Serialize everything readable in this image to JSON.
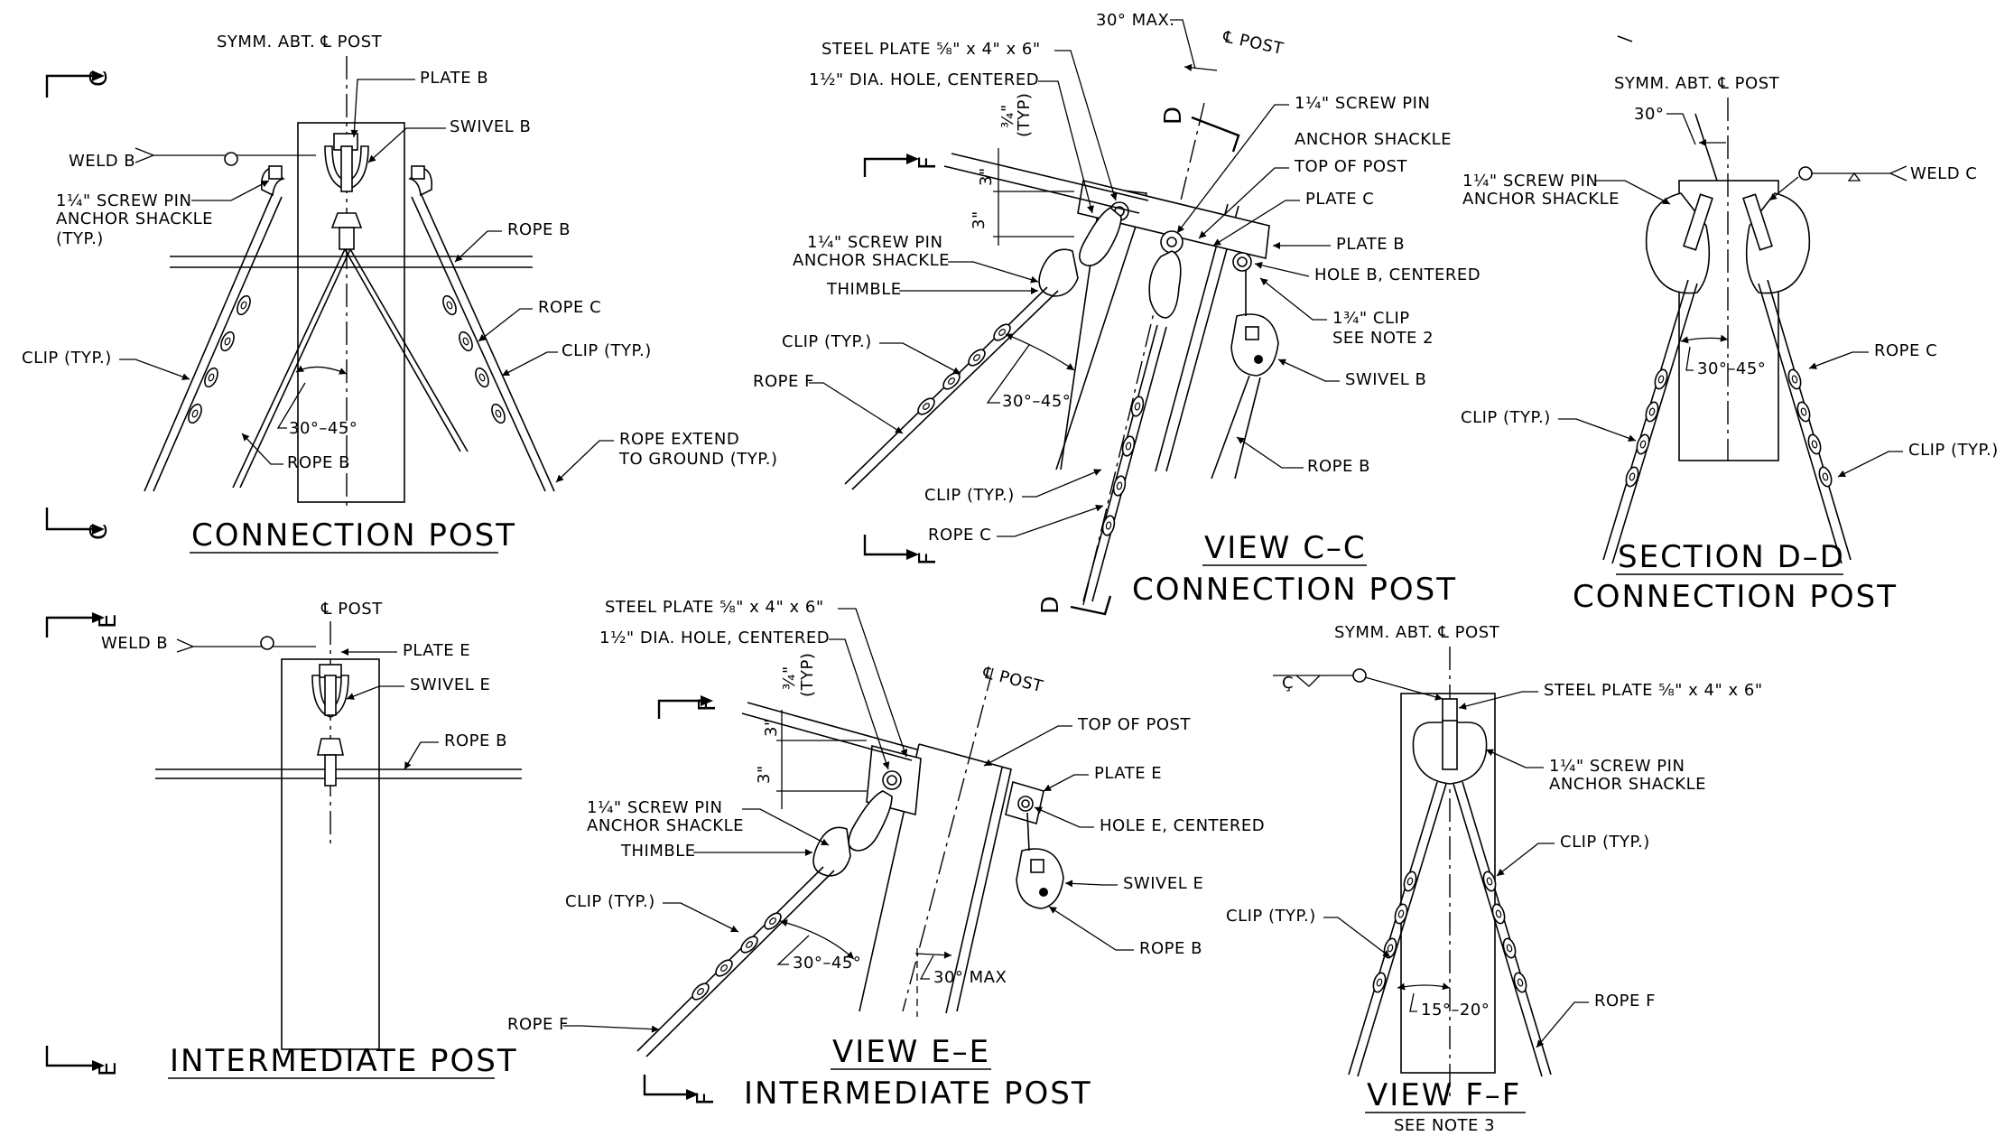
{
  "drawing": {
    "panels": {
      "connection_post": {
        "title": "CONNECTION POST",
        "section_mark": "C",
        "labels": {
          "symm": "SYMM. ABT. ℄ POST",
          "plate": "PLATE  B",
          "swivel": "SWIVEL  B",
          "weld": "WELD B",
          "shackle_1": "1¼\" SCREW PIN",
          "shackle_2": "ANCHOR SHACKLE",
          "shackle_3": "(TYP.)",
          "rope_b_top": "ROPE  B",
          "rope_c": "ROPE  C",
          "clip_left": "CLIP (TYP.)",
          "clip_right": "CLIP (TYP.)",
          "angle": "30°–45°",
          "rope_b_bottom": "ROPE  B",
          "extend_1": "ROPE EXTEND",
          "extend_2": "TO GROUND (TYP.)"
        }
      },
      "view_c_c": {
        "title_1": "VIEW C–C",
        "title_2": "CONNECTION POST",
        "section_mark_f": "F",
        "section_mark_d": "D",
        "labels": {
          "max": "30° MAX.",
          "cl_post": "℄ POST",
          "steel_plate": "STEEL PLATE ⅝\" x 4\" x 6\"",
          "hole": "1½\" DIA. HOLE, CENTERED",
          "dim_34": "¾\"",
          "dim_typ": "(TYP)",
          "dim_3a": "3\"",
          "dim_3b": "3\"",
          "shackle_r1": "1¼\" SCREW PIN",
          "shackle_r2": "ANCHOR SHACKLE",
          "top_of_post": "TOP OF POST",
          "plate_c": "PLATE  C",
          "plate_b": "PLATE  B",
          "hole_b": "HOLE B, CENTERED",
          "clip_134": "1¾\" CLIP",
          "see_note": "SEE NOTE 2",
          "shackle_l1": "1¼\" SCREW PIN",
          "shackle_l2": "ANCHOR SHACKLE",
          "thimble": "THIMBLE",
          "clip_typ": "CLIP (TYP.)",
          "rope_f": "ROPE F",
          "angle": "30°–45°",
          "swivel_b": "SWIVEL  B",
          "rope_b": "ROPE  B",
          "clip_typ2": "CLIP (TYP.)",
          "rope_c": "ROPE  C"
        }
      },
      "section_d_d": {
        "title_1": "SECTION  D–D",
        "title_2": "CONNECTION POST",
        "labels": {
          "symm": "SYMM. ABT. ℄ POST",
          "deg30": "30°",
          "shackle_1": "1¼\" SCREW PIN",
          "shackle_2": "ANCHOR SHACKLE",
          "weld_c": "WELD  C",
          "rope_c": "ROPE  C",
          "angle": "30°–45°",
          "clip_left": "CLIP (TYP.)",
          "clip_right": "CLIP (TYP.)"
        }
      },
      "intermediate_post": {
        "title": "INTERMEDIATE  POST",
        "section_mark": "E",
        "labels": {
          "cl_post": "℄ POST",
          "weld": "WELD B",
          "plate": "PLATE  E",
          "swivel": "SWIVEL  E",
          "rope_b": "ROPE  B"
        }
      },
      "view_e_e": {
        "title_1": "VIEW  E–E",
        "title_2": "INTERMEDIATE POST",
        "section_mark": "F",
        "labels": {
          "steel_plate": "STEEL PLATE ⅝\" x 4\" x 6\"",
          "hole": "1½\" DIA. HOLE, CENTERED",
          "cl_post": "℄ POST",
          "dim_34": "¾\"",
          "dim_typ": "(TYP)",
          "dim_3a": "3\"",
          "dim_3b": "3\"",
          "top_of_post": "TOP OF POST",
          "plate_e": "PLATE  E",
          "shackle_1": "1¼\" SCREW PIN",
          "shackle_2": "ANCHOR SHACKLE",
          "hole_e": "HOLE E, CENTERED",
          "thimble": "THIMBLE",
          "swivel_e": "SWIVEL  E",
          "clip_typ": "CLIP (TYP.)",
          "rope_b": "ROPE  B",
          "angle": "30°–45°",
          "max": "30° MAX",
          "rope_f": "ROPE F"
        }
      },
      "view_f_f": {
        "title": "VIEW  F–F",
        "subtitle": "SEE NOTE 3",
        "labels": {
          "symm": "SYMM. ABT. ℄ POST",
          "weld_sym": "Ç",
          "steel_plate": "STEEL PLATE ⅝\" x 4\" x 6\"",
          "shackle_1": "1¼\" SCREW PIN",
          "shackle_2": "ANCHOR SHACKLE",
          "clip_right": "CLIP (TYP.)",
          "clip_left": "CLIP (TYP.)",
          "angle": "15°–20°",
          "rope_f": "ROPE F"
        }
      }
    }
  }
}
